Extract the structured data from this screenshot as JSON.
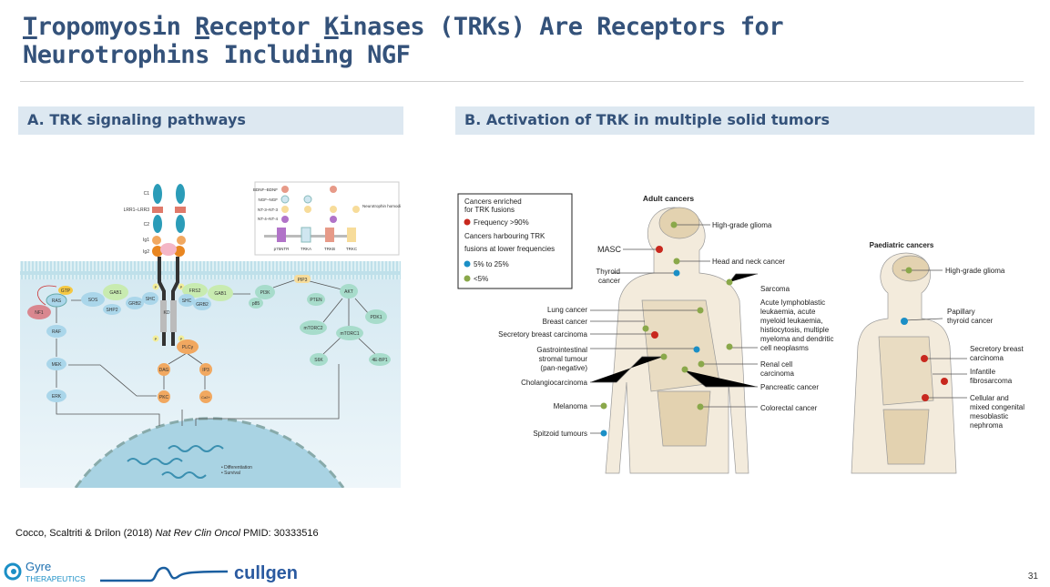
{
  "title": {
    "line1_parts": [
      "T",
      "ropomyosin ",
      "R",
      "eceptor ",
      "K",
      "inases (TRKs) Are Receptors for"
    ],
    "line2": "Neurotrophins Including NGF"
  },
  "section_a": "A. TRK signaling pathways",
  "section_b": "B. Activation of TRK in multiple solid tumors",
  "fig_a": {
    "domains": [
      "C1",
      "LRR1–LRR3",
      "C2",
      "Ig1",
      "Ig2"
    ],
    "legend": {
      "rows": [
        "BDNF–BDNF",
        "NGF–NGF",
        "NT-3–NT-3",
        "NT-4–NT-4"
      ],
      "note": "Neurotrophin homodimers",
      "receptors": [
        "p75NTR",
        "TRKA",
        "TRKB",
        "TRKC"
      ]
    },
    "nodes": {
      "gtp": "GTP",
      "ras": "RAS",
      "nf1": "NF1",
      "sos": "SOS",
      "gab1": "GAB1",
      "shp2": "SHP2",
      "grb2": "GRB2",
      "shc": "SHC",
      "kd": "KD",
      "p": "P",
      "frs2": "FRS2",
      "shc_r": "SHC",
      "grb2_r": "GRB2",
      "gab1_r": "GAB1",
      "pi3k": "PI3K",
      "p85": "p85",
      "pip3": "PIP3",
      "pten": "PTEN",
      "akt": "AKT",
      "pdk1": "PDK1",
      "mtorc2": "mTORC2",
      "mtorc1": "mTORC1",
      "s6k": "S6K",
      "4ebp1": "4E-BP1",
      "raf": "RAF",
      "mek": "MEK",
      "erk": "ERK",
      "plcg": "PLCγ",
      "dag": "DAG",
      "ip3": "IP3",
      "pkc": "PKC",
      "ca": "Ca2+"
    },
    "outcomes": [
      "• Differentiation",
      "• Survival"
    ]
  },
  "fig_b": {
    "legend": {
      "enriched_title_1": "Cancers enriched",
      "enriched_title_2": "for TRK fusions",
      "freq90": "Frequency >90%",
      "lower_title_1": "Cancers harbouring TRK",
      "lower_title_2": "fusions at lower frequencies",
      "freq5_25": "5% to 25%",
      "freq5": "<5%"
    },
    "adult_title": "Adult cancers",
    "adult_left": [
      "MASC",
      "Thyroid",
      "cancer",
      "Lung cancer",
      "Breast cancer",
      "Secretory breast carcinoma",
      "Gastrointestinal",
      "stromal tumour",
      "(pan-negative)",
      "Cholangiocarcinoma",
      "Melanoma",
      "Spitzoid tumours"
    ],
    "adult_right": [
      "High-grade glioma",
      "Head and neck cancer",
      "Sarcoma",
      "Acute lymphoblastic",
      "leukaemia, acute",
      "myeloid leukaemia,",
      "histiocytosis, multiple",
      "myeloma and dendritic",
      "cell neoplasms",
      "Renal cell",
      "carcinoma",
      "Pancreatic cancer",
      "Colorectal cancer"
    ],
    "paed_title": "Paediatric cancers",
    "paed_right": [
      "High-grade glioma",
      "Papillary",
      "thyroid cancer",
      "Secretory breast",
      "carcinoma",
      "Infantile",
      "fibrosarcoma",
      "Cellular and",
      "mixed congenital",
      "mesoblastic",
      "nephroma"
    ],
    "colors": {
      "red": "#c8281e",
      "blue": "#1b8fc6",
      "green": "#8aa84a"
    }
  },
  "citation": {
    "authors": "Cocco, Scaltriti & Drilon (2018) ",
    "journal": "Nat Rev Clin Oncol",
    "pmid": " PMID: 30333516"
  },
  "logos": {
    "gyre_1": "Gyre",
    "gyre_2": "THERAPEUTICS",
    "cullgen": "cullgen"
  },
  "page_number": "31"
}
